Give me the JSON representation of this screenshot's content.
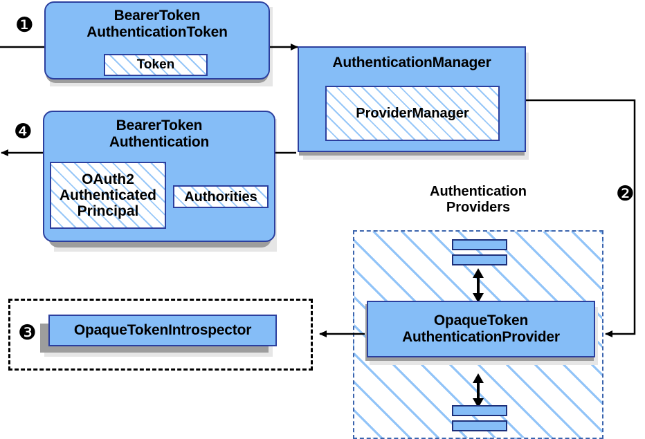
{
  "diagram": {
    "title_hidden": "",
    "colors": {
      "node_fill": "#85bdf7",
      "node_border": "#2b3f9e",
      "shadow": "#9d9d9d",
      "hatch_blue": "#85bdf7",
      "providers_border": "#3a63ad",
      "dashed_black": "#000000",
      "line": "#000000"
    },
    "nodes": {
      "bearer_token_authentication_token": {
        "title": "BearerToken\nAuthenticationToken",
        "sub_box": "Token"
      },
      "authentication_manager": {
        "title": "AuthenticationManager",
        "sub_box": "ProviderManager"
      },
      "bearer_token_authentication": {
        "title": "BearerToken\nAuthentication",
        "sub_box_principal": "OAuth2\nAuthenticated\nPrincipal",
        "sub_box_authorities": "Authorities"
      },
      "opaque_token_introspector": {
        "title": "OpaqueTokenIntrospector"
      },
      "opaque_token_authentication_provider": {
        "title": "OpaqueToken\nAuthenticationProvider"
      }
    },
    "groups": {
      "authentication_providers": {
        "label": "Authentication\nProviders"
      },
      "introspector_group": {
        "label": ""
      }
    },
    "markers": [
      {
        "id": "step-1",
        "glyph": "❶"
      },
      {
        "id": "step-2",
        "glyph": "❷"
      },
      {
        "id": "step-3",
        "glyph": "❸"
      },
      {
        "id": "step-4",
        "glyph": "❹"
      }
    ],
    "interface_bars": {
      "top_pair_count": 2,
      "bottom_pair_count": 2
    }
  }
}
